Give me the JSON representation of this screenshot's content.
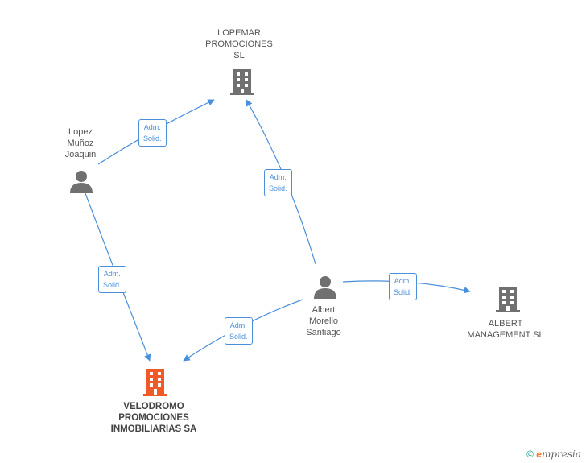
{
  "nodes": {
    "lopemar": {
      "label": "LOPEMAR\nPROMOCIONES\nSL",
      "kind": "company"
    },
    "lopez": {
      "label": "Lopez\nMuñoz\nJoaquin",
      "kind": "person"
    },
    "albert": {
      "label": "Albert\nMorello\nSantiago",
      "kind": "person"
    },
    "albert_mgmt": {
      "label": "ALBERT\nMANAGEMENT SL",
      "kind": "company"
    },
    "velodromo": {
      "label": "VELODROMO\nPROMOCIONES\nINMOBILIARIAS SA",
      "kind": "company-main"
    }
  },
  "edges": [
    {
      "from": "lopez",
      "to": "lopemar",
      "label": "Adm.\nSolid."
    },
    {
      "from": "albert",
      "to": "lopemar",
      "label": "Adm.\nSolid."
    },
    {
      "from": "lopez",
      "to": "velodromo",
      "label": "Adm.\nSolid."
    },
    {
      "from": "albert",
      "to": "velodromo",
      "label": "Adm.\nSolid."
    },
    {
      "from": "albert",
      "to": "albert_mgmt",
      "label": "Adm.\nSolid."
    }
  ],
  "footer": {
    "copyright": "©",
    "brand_initial": "e",
    "brand_rest": "mpresia"
  },
  "colors": {
    "edge": "#4a8fdb",
    "icon": "#707070",
    "main_icon": "#f05a28"
  }
}
